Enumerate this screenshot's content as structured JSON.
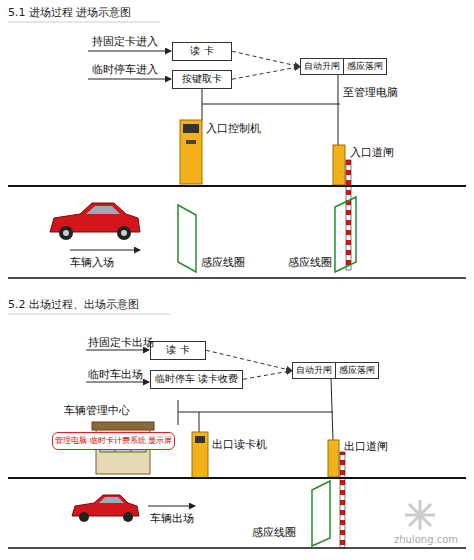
{
  "diagram": {
    "nodes": [
      {
        "text": [
          "读 卡"
        ]
      },
      {
        "text": [
          "按键取卡"
        ]
      },
      {
        "text": [
          "自动升闸"
        ]
      },
      {
        "text": [
          "感应落闸"
        ]
      },
      {
        "text": [
          "读 卡"
        ]
      },
      {
        "text": [
          "临时停车 读卡收费"
        ]
      },
      {
        "text": [
          "自动升闸"
        ]
      },
      {
        "text": [
          "感应落闸"
        ]
      },
      {
        "text": [
          "管理电脑 临时卡计费系统 显示屏"
        ]
      }
    ],
    "edges": [
      {
        "from": 0,
        "to": 2,
        "arrow": "to"
      },
      {
        "from": 1,
        "to": 2,
        "arrow": "to"
      },
      {
        "from": 4,
        "to": 6,
        "arrow": "to"
      },
      {
        "from": 5,
        "to": 6,
        "arrow": "to"
      }
    ],
    "labels": [
      "5.1 进场过程 进场示意图",
      "持固定卡进入",
      "临时停车进入",
      "至管理电脑",
      "入口控制机",
      "入口道闸",
      "车辆入场",
      "感应线圈",
      "感应线圈",
      "5.2 出场过程、出场示意图",
      "持固定卡出场",
      "临时车出场",
      "车辆管理中心",
      "出口读卡机",
      "出口道闸",
      "车辆出场",
      "感应线圈",
      "zhulong.com"
    ]
  }
}
